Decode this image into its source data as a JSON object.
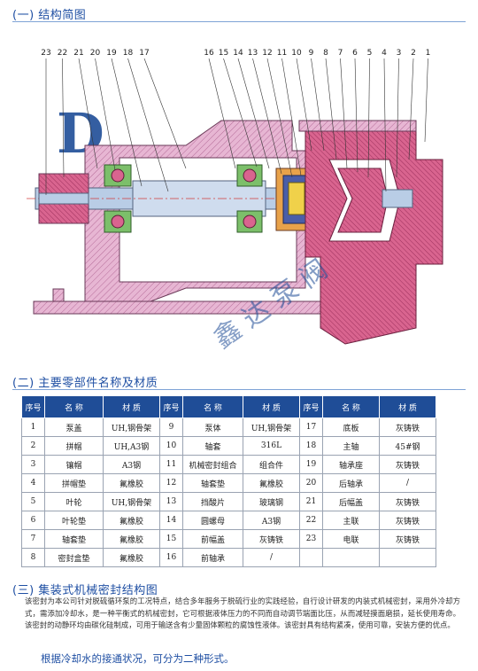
{
  "sections": {
    "structure_title": "(一) 结构简图",
    "parts_title": "(二) 主要零部件名称及材质",
    "seal_title": "(三) 集装式机械密封结构图"
  },
  "diagram": {
    "callouts_left": [
      "23",
      "22",
      "21",
      "20",
      "19",
      "18",
      "17"
    ],
    "callouts_right": [
      "16",
      "15",
      "14",
      "13",
      "12",
      "11",
      "10",
      "9",
      "8",
      "7",
      "6",
      "5",
      "4",
      "3",
      "2",
      "1"
    ],
    "watermark_text": "鑫 达 泵 阀"
  },
  "table": {
    "headers": [
      "序号",
      "名 称",
      "材 质",
      "序号",
      "名 称",
      "材 质",
      "序号",
      "名 称",
      "材 质"
    ],
    "rows": [
      [
        "1",
        "泵盖",
        "UH,钢骨架",
        "9",
        "泵体",
        "UH,钢骨架",
        "17",
        "底板",
        "灰铸铁"
      ],
      [
        "2",
        "拼帽",
        "UH,A3钢",
        "10",
        "轴套",
        "316L",
        "18",
        "主轴",
        "45#钢"
      ],
      [
        "3",
        "镶帽",
        "A3钢",
        "11",
        "机械密封组合",
        "组合件",
        "19",
        "轴承座",
        "灰铸铁"
      ],
      [
        "4",
        "拼帽垫",
        "氟橡胶",
        "12",
        "轴套垫",
        "氟橡胶",
        "20",
        "后轴承",
        "/"
      ],
      [
        "5",
        "叶轮",
        "UH,钢骨架",
        "13",
        "挡酸片",
        "玻璃钢",
        "21",
        "后幅盖",
        "灰铸铁"
      ],
      [
        "6",
        "叶轮垫",
        "氟橡胶",
        "14",
        "圆螺母",
        "A3钢",
        "22",
        "主联",
        "灰铸铁"
      ],
      [
        "7",
        "轴套垫",
        "氟橡胶",
        "15",
        "前幅盖",
        "灰铸铁",
        "23",
        "电联",
        "灰铸铁"
      ],
      [
        "8",
        "密封盒垫",
        "氟橡胶",
        "16",
        "前轴承",
        "/",
        "",
        "",
        ""
      ]
    ]
  },
  "paragraph": "该密封为本公司针对脱硫循环泵的工况特点，结合多年服务于脱硫行业的实践经验，自行设计研发的内装式机械密封，采用外冷却方式，需添加冷却水，是一种平衡式的机械密封，它可根据液体压力的不同而自动调节端面比压，从而减轻摸面磨损，延长使用寿命。该密封的动静环均由碳化硅制成，可用于输送含有少量固体颗粒的腐蚀性液体。该密封具有结构紧凑，使用可靠，安装方便的优点。",
  "footer_note": "根据冷却水的接通状况，可分为二种形式。",
  "colors": {
    "title_blue": "#1f4fa3",
    "table_header": "#1f4d97",
    "pump_body": "#d9648f",
    "bearing_housing": "#e7b6d3",
    "shaft": "#b9cde6"
  }
}
